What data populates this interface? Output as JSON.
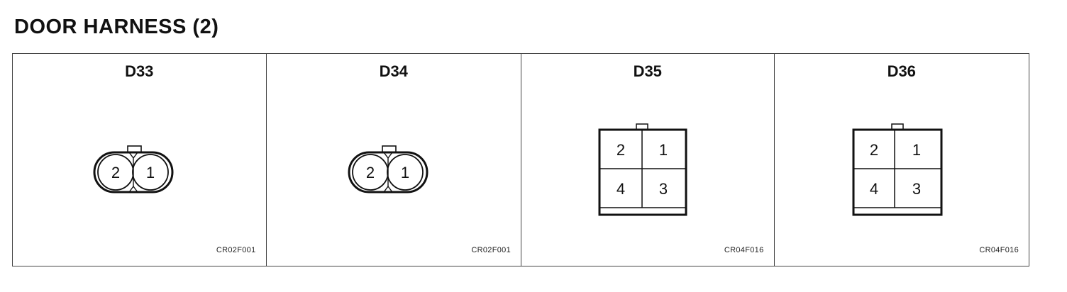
{
  "title": "DOOR HARNESS (2)",
  "connectors": [
    {
      "id": "D33",
      "type": "2-pin-round",
      "pins": [
        "2",
        "1"
      ],
      "code": "CR02F001"
    },
    {
      "id": "D34",
      "type": "2-pin-round",
      "pins": [
        "2",
        "1"
      ],
      "code": "CR02F001"
    },
    {
      "id": "D35",
      "type": "4-pin-square",
      "pins": [
        "2",
        "1",
        "4",
        "3"
      ],
      "code": "CR04F016"
    },
    {
      "id": "D36",
      "type": "4-pin-square",
      "pins": [
        "2",
        "1",
        "4",
        "3"
      ],
      "code": "CR04F016"
    }
  ]
}
